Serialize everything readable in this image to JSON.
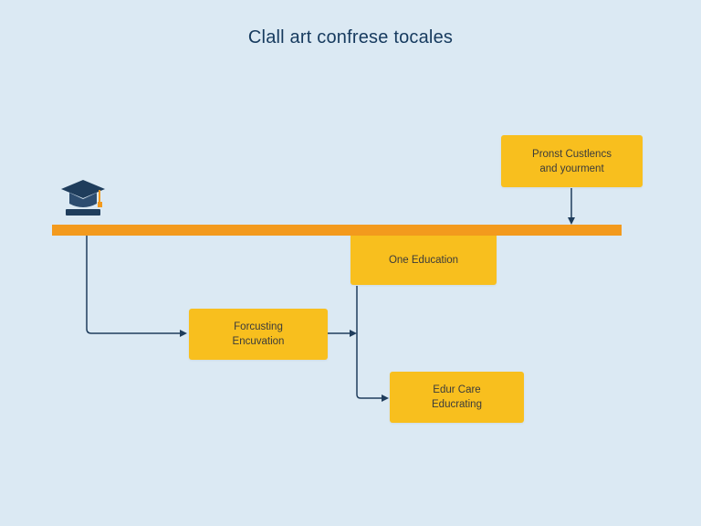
{
  "diagram": {
    "title": "Clall art confrese tocales",
    "nodes": [
      {
        "id": "top-right",
        "lines": [
          "Pronst Custlencs",
          "and yourment"
        ]
      },
      {
        "id": "center",
        "lines": [
          "One Education"
        ]
      },
      {
        "id": "left",
        "lines": [
          "Forcusting",
          "Encuvation"
        ]
      },
      {
        "id": "bottom-right",
        "lines": [
          "Edur Care",
          "Educrating"
        ]
      }
    ],
    "icon": "graduation-cap-icon",
    "colors": {
      "background": "#dbe9f3",
      "box": "#f8bf1e",
      "bar": "#f39a1d",
      "connector": "#1f3d5c",
      "title": "#163a5e"
    }
  }
}
